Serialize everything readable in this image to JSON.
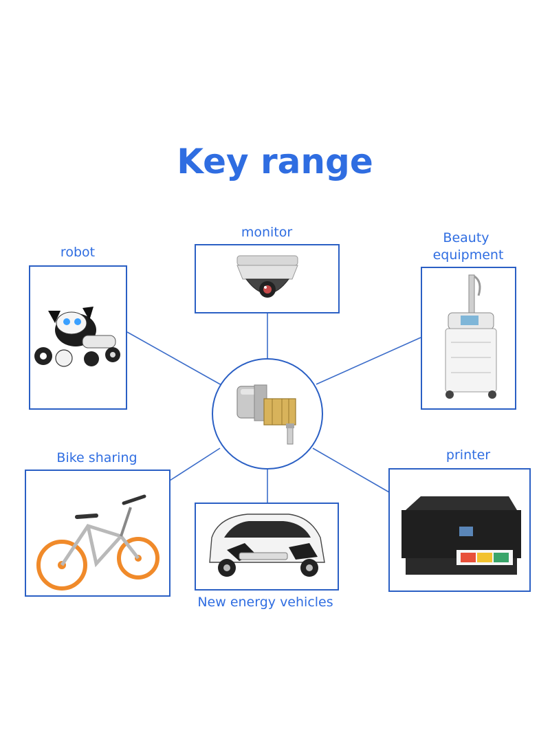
{
  "title": "Key range",
  "center": {
    "icon": "micro-gear-motor-icon"
  },
  "applications": [
    {
      "key": "robot",
      "label_lines": [
        "robot"
      ],
      "icon": "robot-dog-icon"
    },
    {
      "key": "monitor",
      "label_lines": [
        "monitor"
      ],
      "icon": "dome-camera-icon"
    },
    {
      "key": "beauty",
      "label_lines": [
        "Beauty",
        "equipment"
      ],
      "icon": "beauty-machine-icon"
    },
    {
      "key": "bike",
      "label_lines": [
        "Bike sharing"
      ],
      "icon": "bicycle-icon"
    },
    {
      "key": "vehicle",
      "label_lines": [
        "New energy vehicles"
      ],
      "icon": "electric-car-icon"
    },
    {
      "key": "printer",
      "label_lines": [
        "printer"
      ],
      "icon": "printer-icon"
    }
  ],
  "colors": {
    "title": "#2f6de1",
    "label": "#2f6de1",
    "box_border": "#2a5fc4",
    "connector": "#3b6cc9"
  }
}
